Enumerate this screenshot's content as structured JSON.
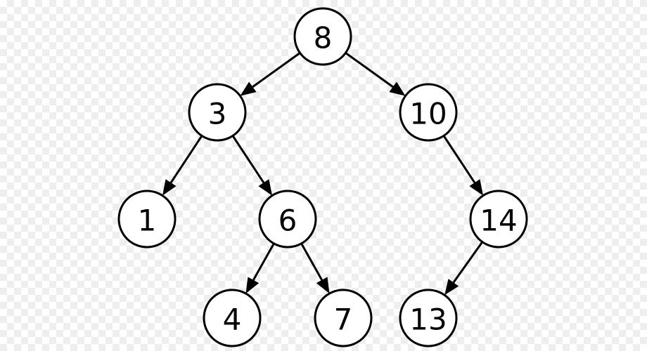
{
  "diagram": {
    "nodes": [
      {
        "id": "n8",
        "label": "8"
      },
      {
        "id": "n3",
        "label": "3"
      },
      {
        "id": "n10",
        "label": "10"
      },
      {
        "id": "n1",
        "label": "1"
      },
      {
        "id": "n6",
        "label": "6"
      },
      {
        "id": "n14",
        "label": "14"
      },
      {
        "id": "n4",
        "label": "4"
      },
      {
        "id": "n7",
        "label": "7"
      },
      {
        "id": "n13",
        "label": "13"
      }
    ],
    "edges": [
      {
        "from": "n8",
        "to": "n3"
      },
      {
        "from": "n8",
        "to": "n10"
      },
      {
        "from": "n3",
        "to": "n1"
      },
      {
        "from": "n3",
        "to": "n6"
      },
      {
        "from": "n6",
        "to": "n4"
      },
      {
        "from": "n6",
        "to": "n7"
      },
      {
        "from": "n10",
        "to": "n14"
      },
      {
        "from": "n14",
        "to": "n13"
      }
    ]
  }
}
